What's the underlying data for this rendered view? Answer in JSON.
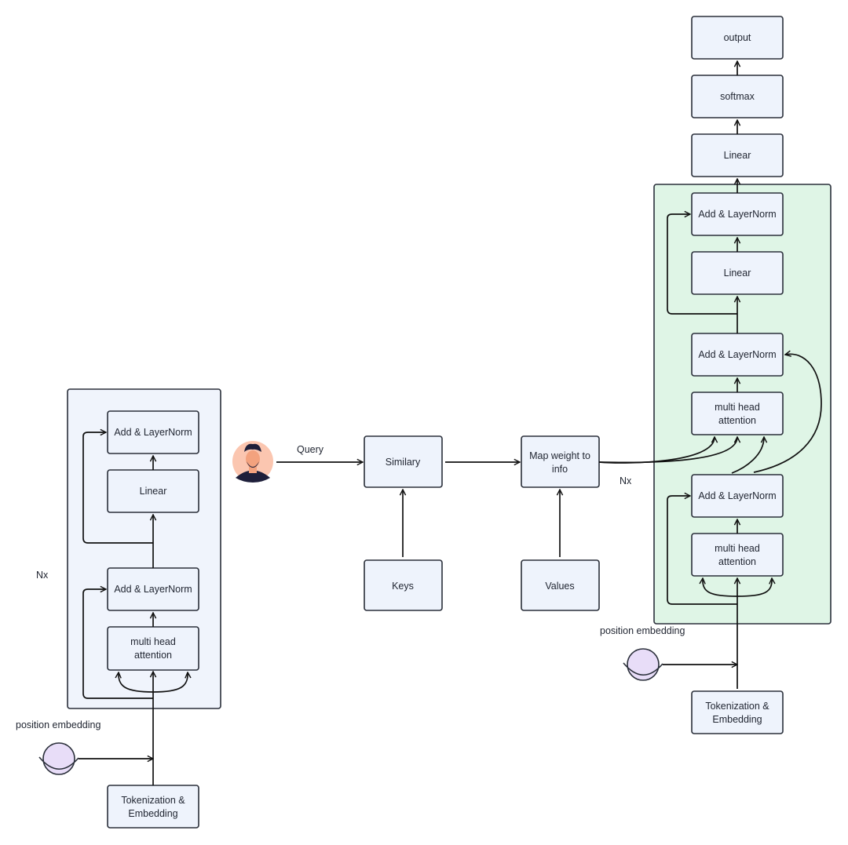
{
  "encoder": {
    "nx_label": "Nx",
    "boxes": {
      "add_norm_top": "Add & LayerNorm",
      "linear": "Linear",
      "add_norm_bottom": "Add & LayerNorm",
      "mha": [
        "multi head",
        "attention"
      ],
      "tokenization": [
        "Tokenization &",
        "Embedding"
      ]
    },
    "position_embedding_label": "position embedding"
  },
  "attention": {
    "query_label": "Query",
    "similary": "Similary",
    "map_weight": [
      "Map weight to",
      "info"
    ],
    "keys": "Keys",
    "values": "Values"
  },
  "decoder": {
    "nx_label": "Nx",
    "boxes": {
      "output": "output",
      "softmax": "softmax",
      "linear_top": "Linear",
      "add_norm_1": "Add & LayerNorm",
      "linear_mid": "Linear",
      "add_norm_2": "Add & LayerNorm",
      "mha_cross": [
        "multi head",
        "attention"
      ],
      "add_norm_3": "Add & LayerNorm",
      "mha_self": [
        "multi head",
        "attention"
      ],
      "tokenization": [
        "Tokenization &",
        "Embedding"
      ]
    },
    "position_embedding_label": "position embedding"
  },
  "colors": {
    "box_fill": "#eef3fc",
    "encoder_panel": "#f0f4fc",
    "decoder_panel": "#dff5e6",
    "embedding_circle": "#e8ddf8",
    "avatar_bg": "#fbc6b0"
  },
  "icons": {
    "user_avatar": "person-avatar-icon",
    "position_embedding": "planet-icon"
  }
}
